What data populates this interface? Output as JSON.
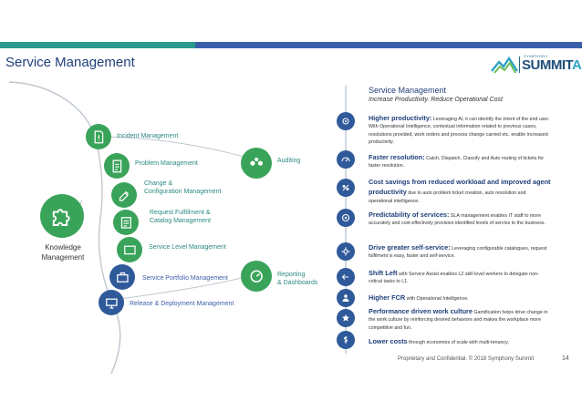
{
  "page": {
    "title": "Service Management",
    "footer": "Proprietary and Confidential. © 2018 Symphony Summit",
    "page_number": "14"
  },
  "logo": {
    "brand": "SYMPHONY",
    "name": "SUMMIT",
    "ai": "AI"
  },
  "diagram": {
    "knowledge_label": "Knowledge\nManagement",
    "processes": [
      {
        "label": "Incident Management",
        "icon": "incident-icon"
      },
      {
        "label": "Problem Management",
        "icon": "problem-icon"
      },
      {
        "label": "Change &\nConfiguration Management",
        "icon": "change-icon"
      },
      {
        "label": "Request Fulfillment &\nCatalog Management",
        "icon": "request-icon"
      },
      {
        "label": "Service Level Management",
        "icon": "service-level-icon"
      },
      {
        "label": "Service Portfolio Management",
        "icon": "portfolio-icon"
      },
      {
        "label": "Release & Deployment Management",
        "icon": "release-icon"
      }
    ],
    "auditing": "Auditing",
    "reporting": "Reporting\n& Dashboards"
  },
  "benefits": {
    "title": "Service Management",
    "subtitle": "Increase Productivity. Reduce Operational Cost",
    "items": [
      {
        "head": "Higher productivity:",
        "text": " Leveraging AI, it can identify the intent of the end user. With Operational Intelligence, contextual information related to previous cases, resolutions provided, work orders and process change carried etc. enable increased productivity.",
        "icon": "productivity-icon"
      },
      {
        "head": "Faster resolution:",
        "text": " Catch, Dispatch, Classify and Auto routing of tickets for faster resolution.",
        "icon": "speed-icon"
      },
      {
        "head": "Cost savings from reduced workload and improved agent productivity",
        "text": " due to auto problem ticket creation, auto resolution and operational intelligence.",
        "icon": "cost-savings-icon"
      },
      {
        "head": "Predictability of services:",
        "text": " SLA management enables IT staff to more accurately and cost-effectively provision identified levels of service to the business.",
        "icon": "predictability-icon"
      },
      {
        "head": "Drive greater self-service:",
        "text": " Leveraging configurable catalogues, request fulfilment is easy, faster and self-service.",
        "icon": "self-service-icon"
      },
      {
        "head": "Shift Left",
        "text": " with Service Assist enables L2 skill level workers to delegate non-critical tasks to L1.",
        "icon": "shift-left-icon"
      },
      {
        "head": "Higher FCR",
        "text": " with Operational Intelligence.",
        "icon": "fcr-icon"
      },
      {
        "head": "Performance driven work culture",
        "text": " Gamification helps drive change in the work culture by reinforcing desired behaviors and makes the workplace more competitive and fun.",
        "icon": "performance-icon"
      },
      {
        "head": "Lower costs",
        "text": " through economies of scale with multi-tenancy.",
        "icon": "lower-costs-icon"
      }
    ]
  },
  "colors": {
    "teal": "#2a9a8e",
    "green": "#3aa35a",
    "navy": "#1f3f7a",
    "blue": "#2f5a9a"
  }
}
